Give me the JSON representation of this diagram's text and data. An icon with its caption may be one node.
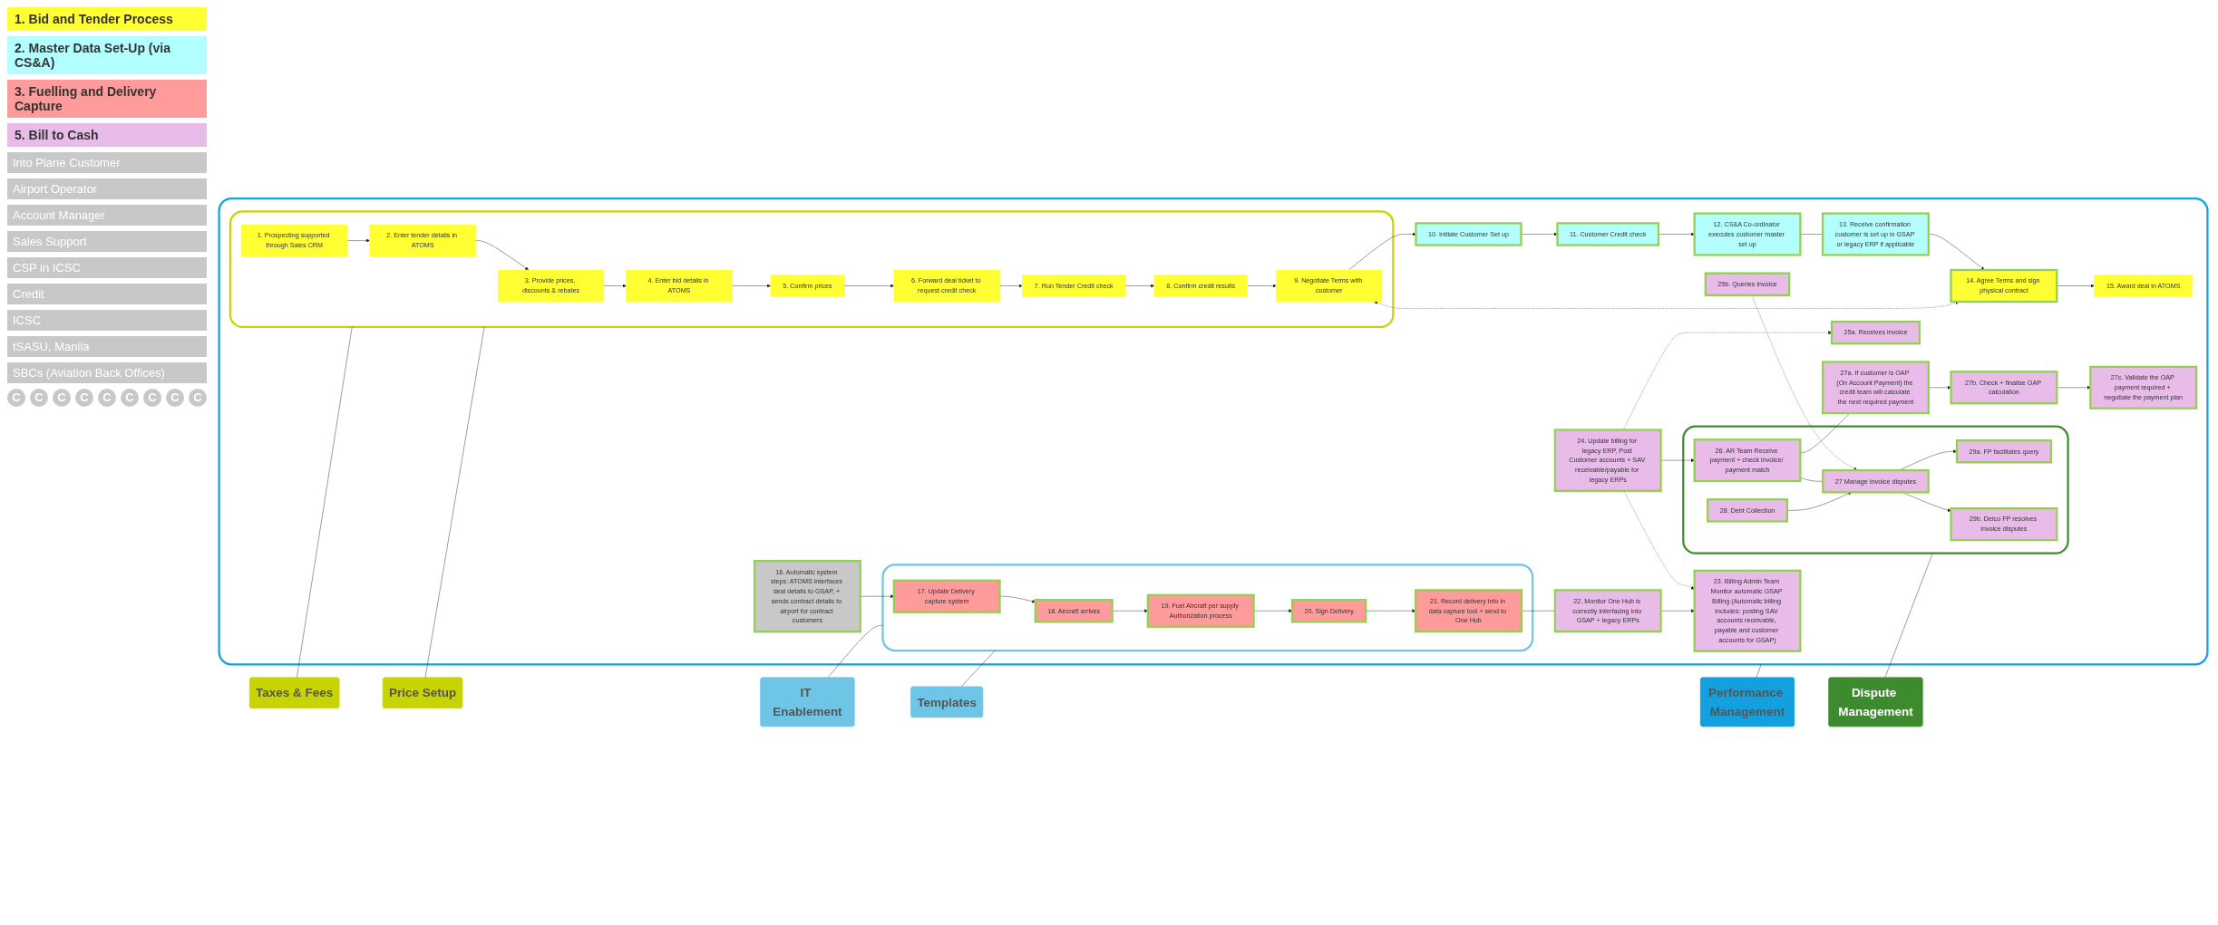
{
  "diagram": {
    "nodes": [
      {
        "text": [
          "IT Enablement"
        ]
      },
      {
        "text": [
          "Templates"
        ]
      },
      {
        "text": [
          "Price Setup"
        ]
      },
      {
        "text": [
          "Taxes & Fees"
        ]
      },
      {
        "text": [
          "Dispute Management"
        ]
      },
      {
        "text": [
          "Performance Management"
        ]
      },
      {
        "text": [],
        "shape": "box"
      },
      {
        "text": [],
        "shape": "box",
        "in": 6
      },
      {
        "text": [],
        "shape": "box",
        "in": 6
      },
      {
        "text": [],
        "shape": "box",
        "in": 6
      },
      {
        "text": [
          "14. Agree Terms and sign physical contract"
        ],
        "in": 6
      },
      {
        "text": [
          "18. Aircraft arrives"
        ],
        "in": 7
      },
      {
        "text": [
          "20. Sign Delivery"
        ],
        "in": 7
      },
      {
        "text": [
          "25a. Receives invoice"
        ],
        "in": 6
      },
      {
        "text": [
          "25b. Queries invoice"
        ],
        "in": 6
      },
      {
        "text": [
          "17. Update Delivery capture system"
        ],
        "in": 7
      },
      {
        "text": [
          "19. Fuel Aircraft per supply Authorization process"
        ],
        "in": 7
      },
      {
        "text": [
          "21. Record delivery info in data capture tool + send to One Hub"
        ],
        "in": 7
      },
      {
        "text": [
          "3. Provide prices, discounts & rebates"
        ],
        "in": 8
      },
      {
        "text": [
          "5. Confirm prices"
        ],
        "in": 8
      },
      {
        "text": [
          "1. Prospecting supported through Sales CRM"
        ],
        "in": 8
      },
      {
        "text": [
          "9. Negotiate Terms with customer"
        ],
        "in": 8
      },
      {
        "text": [
          "27c. Validate the OAP payment required + negotiate the payment plan"
        ],
        "in": 6
      },
      {
        "text": [
          "4. Enter bid details in ATOMS"
        ],
        "in": 8
      },
      {
        "text": [
          "29b. Delco FP resolves invoice disputes"
        ],
        "in": 9
      },
      {
        "text": [
          "2. Enter tender details in ATOMS"
        ],
        "in": 8
      },
      {
        "text": [
          "6. Forward deal ticket to request credit check"
        ],
        "in": 8
      },
      {
        "text": [
          "8. Confirm credit results"
        ],
        "in": 8
      },
      {
        "text": [
          "10. Initiate Customer Set up"
        ],
        "in": 6
      },
      {
        "text": [
          "13. Receive confirmation customer is set up in GSAP or legacy ERP if applicable"
        ],
        "in": 6
      },
      {
        "text": [
          "15. Award deal in ATOMS"
        ],
        "in": 6
      },
      {
        "text": [
          "16. Automatic system steps: ATOMS interfaces deal details to GSAP, + sends contract details to airport for contract customers"
        ],
        "in": 6
      },
      {
        "text": [
          "27b. Check + finalise OAP calculation"
        ],
        "in": 6
      },
      {
        "text": [
          "29a. FP facilitates query"
        ],
        "in": 9
      },
      {
        "text": [
          "27 Manage Invoice disputes"
        ],
        "in": 9
      },
      {
        "text": [
          "7. Run Tender Credit check"
        ],
        "in": 8
      },
      {
        "text": [
          "11. Customer Credit check"
        ],
        "in": 6
      },
      {
        "text": [
          "27a. If customer is OAP (On Account Payment) the credit team will calculate the next required payment"
        ],
        "in": 6
      },
      {
        "text": [
          "26. AR Team Receive payment + check invoice/ payment match"
        ],
        "in": 9
      },
      {
        "text": [
          "28. Debt Collection"
        ],
        "in": 9
      },
      {
        "text": [
          "23. Billing Admin Team Monitor automatic GSAP Billing (Automatic billing includes: posting SAV accounts receivable, payable and customer accounts for GSAP)"
        ],
        "in": 6
      },
      {
        "text": [
          "12. CS&A Co-ordinator executes customer master set up"
        ],
        "in": 6
      },
      {
        "text": [
          "22. Monitor One Hub is correctly interfacing into GSAP + legacy ERPs"
        ],
        "in": 6
      },
      {
        "text": [
          "24. Update billing for legacy ERP, Post Customer accounts + SAV receivable/payable for legacy ERPs"
        ],
        "in": 6
      }
    ],
    "edges": [
      {
        "from": 0,
        "to": 7,
        "arrow": "none"
      },
      {
        "from": 1,
        "to": 7,
        "arrow": "none"
      },
      {
        "from": 2,
        "to": 8,
        "arrow": "none"
      },
      {
        "from": 3,
        "to": 8,
        "arrow": "none"
      },
      {
        "from": 4,
        "to": 9,
        "arrow": "none"
      },
      {
        "from": 5,
        "to": 6,
        "arrow": "none"
      },
      {
        "from": 20,
        "to": 25,
        "arrow": "to"
      },
      {
        "from": 25,
        "to": 18,
        "arrow": "to"
      },
      {
        "from": 18,
        "to": 23,
        "arrow": "to"
      },
      {
        "from": 23,
        "to": 19,
        "arrow": "to"
      },
      {
        "from": 19,
        "to": 26,
        "arrow": "to"
      },
      {
        "from": 26,
        "to": 35,
        "arrow": "to"
      },
      {
        "from": 35,
        "to": 27,
        "arrow": "to"
      },
      {
        "from": 27,
        "to": 21,
        "arrow": "to"
      },
      {
        "from": 21,
        "to": 10,
        "arrow": "both",
        "style": "dashed"
      },
      {
        "from": 21,
        "to": 28,
        "arrow": "to"
      },
      {
        "from": 28,
        "to": 36,
        "arrow": "to"
      },
      {
        "from": 36,
        "to": 41,
        "arrow": "to"
      },
      {
        "from": 41,
        "to": 29,
        "arrow": "none"
      },
      {
        "from": 29,
        "to": 10,
        "arrow": "to"
      },
      {
        "from": 10,
        "to": 30,
        "arrow": "to"
      },
      {
        "from": 31,
        "to": 15,
        "arrow": "to"
      },
      {
        "from": 15,
        "to": 11,
        "arrow": "to"
      },
      {
        "from": 11,
        "to": 16,
        "arrow": "to"
      },
      {
        "from": 16,
        "to": 12,
        "arrow": "to"
      },
      {
        "from": 12,
        "to": 17,
        "arrow": "to"
      },
      {
        "from": 17,
        "to": 42,
        "arrow": "none"
      },
      {
        "from": 42,
        "to": 40,
        "arrow": "to"
      },
      {
        "from": 43,
        "to": 40,
        "arrow": "to",
        "style": "dashed"
      },
      {
        "from": 43,
        "to": 38,
        "arrow": "to"
      },
      {
        "from": 43,
        "to": 13,
        "arrow": "to",
        "style": "dashed"
      },
      {
        "from": 14,
        "to": 34,
        "arrow": "to",
        "style": "dashed"
      },
      {
        "from": 38,
        "to": 34,
        "arrow": "none"
      },
      {
        "from": 34,
        "to": 24,
        "arrow": "to"
      },
      {
        "from": 39,
        "to": 34,
        "arrow": "to"
      },
      {
        "from": 34,
        "to": 33,
        "arrow": "to"
      },
      {
        "from": 38,
        "to": 37,
        "arrow": "none"
      },
      {
        "from": 37,
        "to": 32,
        "arrow": "to"
      },
      {
        "from": 32,
        "to": 22,
        "arrow": "to"
      }
    ],
    "labels": [
      "1. Bid and Tender Process",
      "2. Master Data Set-Up (via CS&A)",
      "3. Fuelling and Delivery Capture",
      "5. Bill to Cash",
      "Into Plane Customer",
      "Airport Operator",
      "Account Manager",
      "Sales Support",
      "CSP in ICSC",
      "Credit",
      "ICSC",
      "tSASU, Manila",
      "SBCs (Aviation Back Offices)",
      "C",
      "C",
      "C",
      "C",
      "C",
      "C",
      "C",
      "C",
      "C"
    ]
  }
}
